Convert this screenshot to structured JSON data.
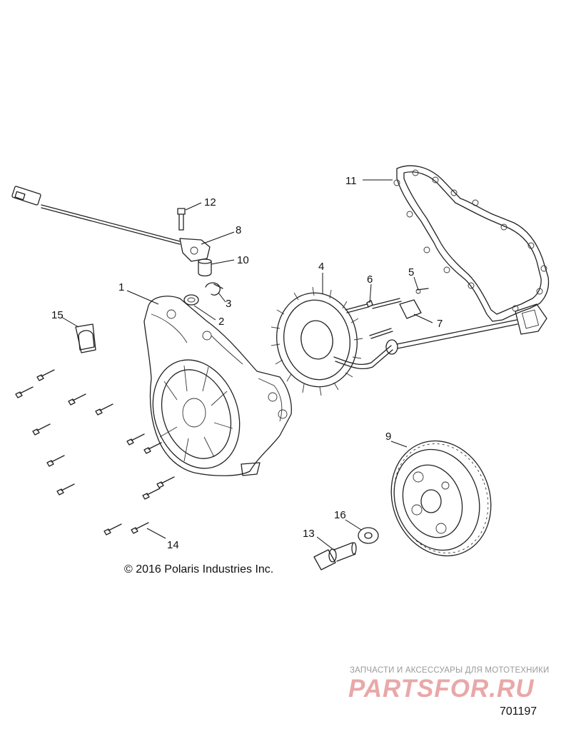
{
  "callouts": [
    "1",
    "2",
    "3",
    "4",
    "5",
    "6",
    "7",
    "8",
    "9",
    "10",
    "11",
    "12",
    "13",
    "14",
    "15",
    "16"
  ],
  "copyright": "© 2016 Polaris Industries Inc.",
  "watermark": {
    "tagline": "ЗАПЧАСТИ И АКСЕССУАРЫ ДЛЯ МОТОТЕХНИКИ",
    "logo": "PARTSFOR.RU"
  },
  "diagram_number": "701197",
  "colors": {
    "line": "#222222",
    "watermark": "#e9a8a8"
  }
}
